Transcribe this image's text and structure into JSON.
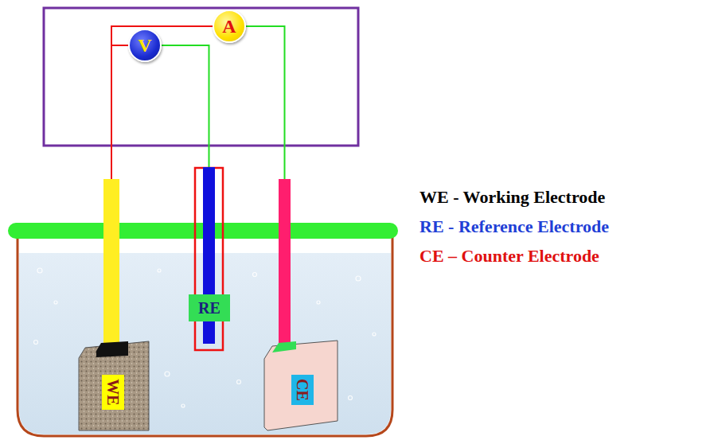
{
  "diagram": {
    "nodes": [
      {
        "text": [
          "A"
        ]
      },
      {
        "text": [
          "V"
        ]
      },
      {
        "text": [
          "WE"
        ]
      },
      {
        "text": [
          "RE"
        ]
      },
      {
        "text": [
          "CE"
        ]
      }
    ],
    "edges": [
      {
        "from": 2,
        "to": 0,
        "arrow": "none"
      },
      {
        "from": 0,
        "to": 4,
        "arrow": "none"
      },
      {
        "from": 1,
        "to": 2,
        "arrow": "none"
      },
      {
        "from": 1,
        "to": 3,
        "arrow": "none"
      }
    ],
    "labels": [
      "WE - Working Electrode",
      "RE - Reference Electrode",
      "CE – Counter Electrode"
    ]
  }
}
